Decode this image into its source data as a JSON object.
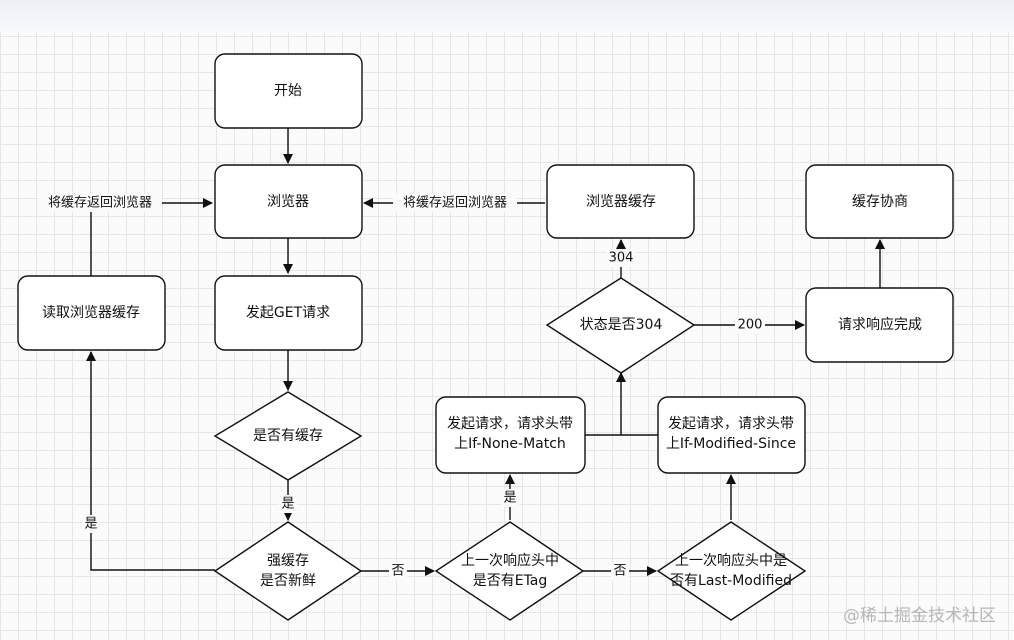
{
  "nodes": {
    "start": "开始",
    "browser": "浏览器",
    "send_get": "发起GET请求",
    "read_cache": "读取浏览器缓存",
    "browser_cache": "浏览器缓存",
    "cache_negotiation": "缓存协商",
    "request_done": "请求响应完成",
    "has_cache": "是否有缓存",
    "strong_cache_l1": "强缓存",
    "strong_cache_l2": "是否新鲜",
    "etag_l1": "上一次响应头中",
    "etag_l2": "是否有ETag",
    "lastmod_l1": "上一次响应头中是",
    "lastmod_l2": "否有Last-Modified",
    "status_304": "状态是否304",
    "req_if_none_l1": "发起请求，请求头带",
    "req_if_none_l2": "上If-None-Match",
    "req_if_mod_l1": "发起请求，请求头带",
    "req_if_mod_l2": "上If-Modified-Since"
  },
  "edges": {
    "return_left": "将缓存返回浏览器",
    "return_right": "将缓存返回浏览器",
    "yes_has_cache": "是",
    "yes_fresh": "是",
    "no_fresh": "否",
    "no_etag": "否",
    "yes_etag": "是",
    "code_304": "304",
    "code_200": "200"
  },
  "watermark": "@稀土掘金技术社区"
}
